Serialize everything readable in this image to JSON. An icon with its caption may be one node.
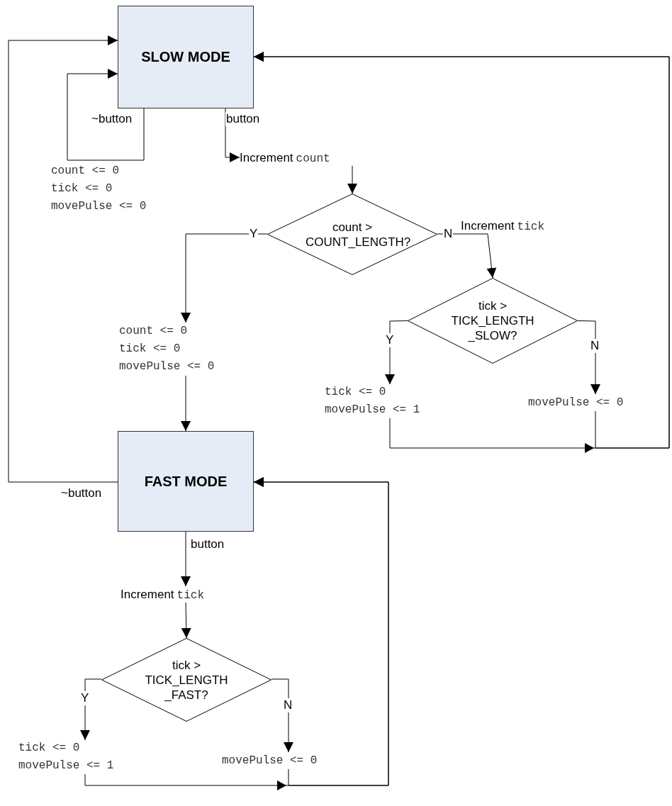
{
  "diagram": {
    "nodes": [
      {
        "text": [
          "SLOW MODE"
        ]
      },
      {
        "text": [
          "count <= 0",
          "tick <= 0",
          "movePulse <= 0"
        ]
      },
      {
        "text": [
          "Increment",
          "count"
        ]
      },
      {
        "text": [
          "count > COUNT_LENGTH?"
        ]
      },
      {
        "text": [
          "Increment",
          "tick"
        ]
      },
      {
        "text": [
          "tick > TICK_LENGTH _SLOW?"
        ]
      },
      {
        "text": [
          "count <= 0",
          "tick <= 0",
          "movePulse <= 0"
        ]
      },
      {
        "text": [
          "tick <= 0",
          "movePulse <= 1"
        ]
      },
      {
        "text": [
          "movePulse <= 0"
        ]
      },
      {
        "text": [
          "FAST MODE"
        ]
      },
      {
        "text": [
          "Increment",
          "tick"
        ]
      },
      {
        "text": [
          "tick > TICK_LENGTH _FAST?"
        ]
      },
      {
        "text": [
          "tick <= 0",
          "movePulse <= 1"
        ]
      },
      {
        "text": [
          "movePulse <= 0"
        ]
      }
    ],
    "edges": [
      {
        "from": 0,
        "to": 1,
        "arrow": "none",
        "label": "~button"
      },
      {
        "from": 1,
        "to": 0,
        "arrow": "to"
      },
      {
        "from": 0,
        "to": 2,
        "arrow": "to",
        "label": "button"
      },
      {
        "from": 2,
        "to": 3,
        "arrow": "to"
      },
      {
        "from": 3,
        "to": 6,
        "arrow": "to",
        "label": "Y"
      },
      {
        "from": 3,
        "to": 4,
        "arrow": "none",
        "label": "N"
      },
      {
        "from": 4,
        "to": 5,
        "arrow": "to"
      },
      {
        "from": 5,
        "to": 7,
        "arrow": "to",
        "label": "Y"
      },
      {
        "from": 5,
        "to": 8,
        "arrow": "to",
        "label": "N"
      },
      {
        "from": 7,
        "to": 0,
        "arrow": "to"
      },
      {
        "from": 8,
        "to": 0,
        "arrow": "to"
      },
      {
        "from": 6,
        "to": 9,
        "arrow": "to"
      },
      {
        "from": 9,
        "to": 0,
        "arrow": "to",
        "label": "~button"
      },
      {
        "from": 9,
        "to": 10,
        "arrow": "to",
        "label": "button"
      },
      {
        "from": 10,
        "to": 11,
        "arrow": "to"
      },
      {
        "from": 11,
        "to": 12,
        "arrow": "to",
        "label": "Y"
      },
      {
        "from": 11,
        "to": 13,
        "arrow": "to",
        "label": "N"
      },
      {
        "from": 12,
        "to": 9,
        "arrow": "to"
      },
      {
        "from": 13,
        "to": 9,
        "arrow": "to"
      }
    ]
  }
}
